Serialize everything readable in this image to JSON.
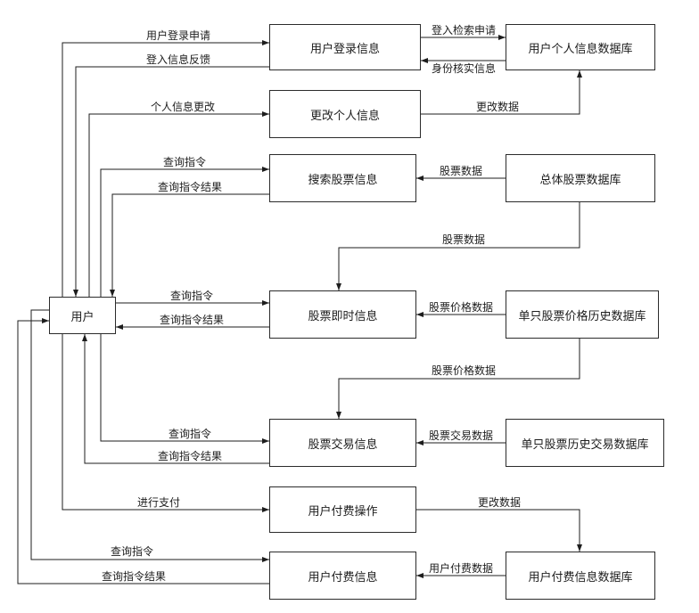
{
  "diagram": {
    "nodes": {
      "user": "用户",
      "login_info": "用户登录信息",
      "personal_db": "用户个人信息数据库",
      "change_info": "更改个人信息",
      "search_stock": "搜索股票信息",
      "overall_db": "总体股票数据库",
      "realtime_info": "股票即时信息",
      "price_history_db": "单只股票价格历史数据库",
      "trade_info": "股票交易信息",
      "trade_history_db": "单只股票历史交易数据库",
      "payment_op": "用户付费操作",
      "payment_info": "用户付费信息",
      "payment_db": "用户付费信息数据库"
    },
    "edges": {
      "login_request": "用户登录申请",
      "login_feedback": "登入信息反馈",
      "login_retrieval": "登入检索申请",
      "identity_verify": "身份核实信息",
      "personal_change": "个人信息更改",
      "change_data_top": "更改数据",
      "query_search": "查询指令",
      "query_search_result": "查询指令结果",
      "stock_data_search": "股票数据",
      "stock_data_realtime": "股票数据",
      "query_realtime": "查询指令",
      "query_realtime_result": "查询指令结果",
      "price_data_realtime": "股票价格数据",
      "price_data_trade": "股票价格数据",
      "query_trade": "查询指令",
      "query_trade_result": "查询指令结果",
      "trade_data": "股票交易数据",
      "make_payment": "进行支付",
      "change_data_payment": "更改数据",
      "query_payment": "查询指令",
      "query_payment_result": "查询指令结果",
      "payment_data": "用户付费数据"
    },
    "colors": {
      "background": "#ffffff",
      "box_border": "#2b2b2b",
      "line": "#1d1d1d",
      "text": "#1d1d1d"
    }
  }
}
